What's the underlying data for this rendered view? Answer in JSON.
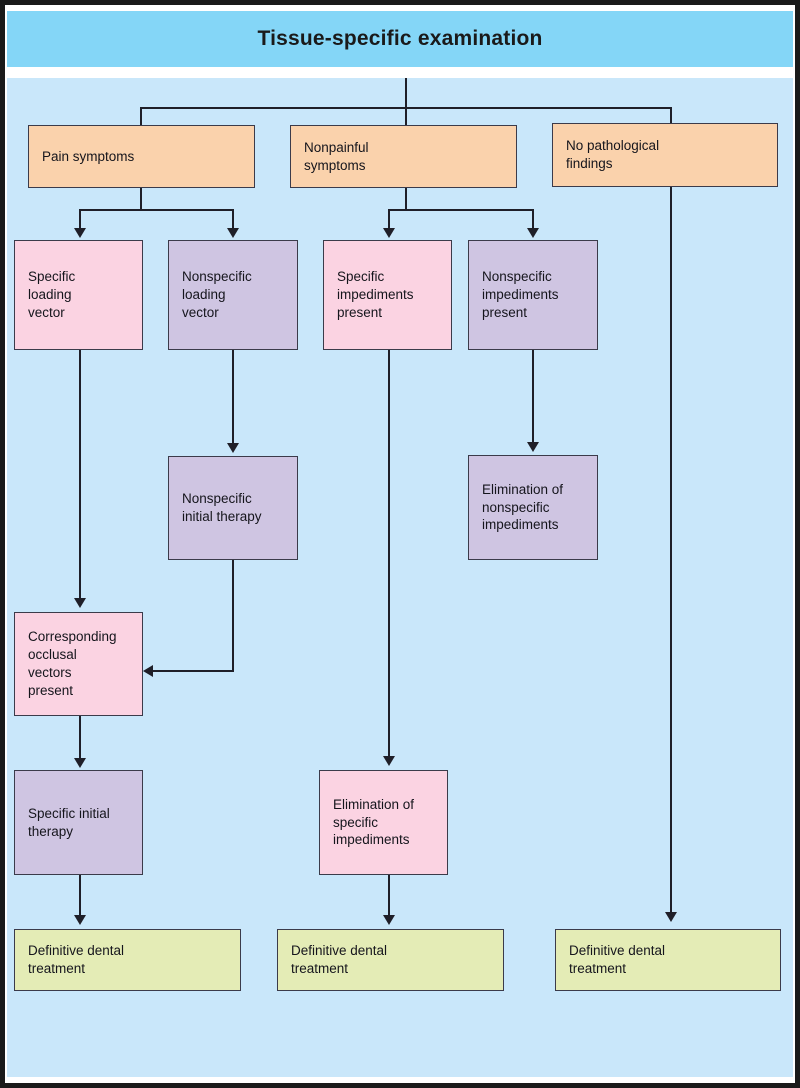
{
  "header": {
    "title": "Tissue-specific examination"
  },
  "colors": {
    "header_bar": "#84d6f7",
    "canvas": "#c9e7fa",
    "orange": "#fad2ac",
    "pink": "#fbd3e2",
    "purple": "#cfc5e2",
    "green": "#e4ecb6",
    "connector": "#1f1f28",
    "node_border": "#3b3b4a"
  },
  "chart_data": {
    "type": "diagram",
    "title": "Tissue-specific examination",
    "nodes": [
      {
        "id": "root",
        "label": "Tissue-specific examination",
        "color": "header"
      },
      {
        "id": "pain",
        "label": "Pain symptoms",
        "color": "orange"
      },
      {
        "id": "nonpainful",
        "label": "Nonpainful\nsymptoms",
        "color": "orange"
      },
      {
        "id": "nofindings",
        "label": "No pathological\nfindings",
        "color": "orange"
      },
      {
        "id": "specload",
        "label": "Specific\nloading\nvector",
        "color": "pink"
      },
      {
        "id": "nonspecload",
        "label": "Nonspecific\nloading\nvector",
        "color": "purple"
      },
      {
        "id": "specimp",
        "label": "Specific\nimpediments\npresent",
        "color": "pink"
      },
      {
        "id": "nonspecimp",
        "label": "Nonspecific\nimpediments\npresent",
        "color": "purple"
      },
      {
        "id": "nonspecther",
        "label": "Nonspecific\ninitial therapy",
        "color": "purple"
      },
      {
        "id": "elimnonspec",
        "label": "Elimination of\nnonspecific\nimpediments",
        "color": "purple"
      },
      {
        "id": "occlusal",
        "label": "Corresponding\nocclusal\nvectors\npresent",
        "color": "pink"
      },
      {
        "id": "specther",
        "label": "Specific initial\ntherapy",
        "color": "purple"
      },
      {
        "id": "elimspec",
        "label": "Elimination of\nspecific\nimpediments",
        "color": "pink"
      },
      {
        "id": "final1",
        "label": "Definitive dental\ntreatment",
        "color": "green"
      },
      {
        "id": "final2",
        "label": "Definitive dental\ntreatment",
        "color": "green"
      },
      {
        "id": "final3",
        "label": "Definitive dental\ntreatment",
        "color": "green"
      }
    ],
    "edges": [
      {
        "from": "root",
        "to": "pain"
      },
      {
        "from": "root",
        "to": "nonpainful"
      },
      {
        "from": "root",
        "to": "nofindings"
      },
      {
        "from": "pain",
        "to": "specload"
      },
      {
        "from": "pain",
        "to": "nonspecload"
      },
      {
        "from": "nonpainful",
        "to": "specimp"
      },
      {
        "from": "nonpainful",
        "to": "nonspecimp"
      },
      {
        "from": "specload",
        "to": "occlusal"
      },
      {
        "from": "nonspecload",
        "to": "nonspecther"
      },
      {
        "from": "nonspecther",
        "to": "occlusal"
      },
      {
        "from": "occlusal",
        "to": "specther"
      },
      {
        "from": "specther",
        "to": "final1"
      },
      {
        "from": "specimp",
        "to": "elimspec"
      },
      {
        "from": "elimspec",
        "to": "final2"
      },
      {
        "from": "nonspecimp",
        "to": "elimnonspec"
      },
      {
        "from": "nofindings",
        "to": "final3"
      }
    ]
  },
  "nodes": {
    "pain": {
      "label": "Pain symptoms"
    },
    "nonpainful": {
      "label": "Nonpainful\nsymptoms"
    },
    "nofindings": {
      "label": "No pathological\nfindings"
    },
    "specload": {
      "label": "Specific\nloading\nvector"
    },
    "nonspecload": {
      "label": "Nonspecific\nloading\nvector"
    },
    "specimp": {
      "label": "Specific\nimpediments\npresent"
    },
    "nonspecimp": {
      "label": "Nonspecific\nimpediments\npresent"
    },
    "nonspecther": {
      "label": "Nonspecific\ninitial therapy"
    },
    "elimnonspec": {
      "label": "Elimination of\nnonspecific\nimpediments"
    },
    "occlusal": {
      "label": "Corresponding\nocclusal\nvectors\npresent"
    },
    "specther": {
      "label": "Specific initial\ntherapy"
    },
    "elimspec": {
      "label": "Elimination of\nspecific\nimpediments"
    },
    "final1": {
      "label": "Definitive dental\ntreatment"
    },
    "final2": {
      "label": "Definitive dental\ntreatment"
    },
    "final3": {
      "label": "Definitive dental\ntreatment"
    }
  }
}
